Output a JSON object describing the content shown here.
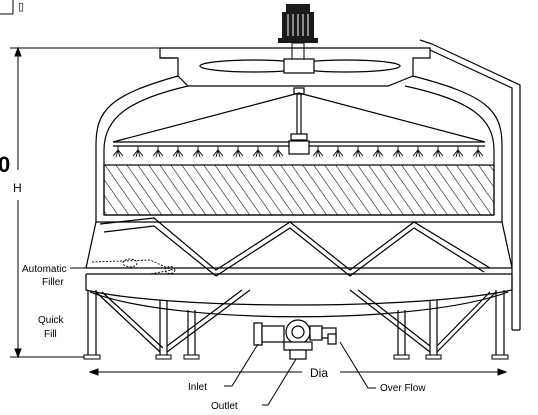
{
  "labels": {
    "partial_top": "▯",
    "partial_left": "0",
    "height": "H",
    "automatic_filler_line1": "Automatic",
    "automatic_filler_line2": "Filler",
    "quick_fill_line1": "Quick",
    "quick_fill_line2": "Fill",
    "diameter": "Dia",
    "inlet": "Inlet",
    "outlet": "Outlet",
    "over_flow": "Over Flow"
  },
  "colors": {
    "line": "#000000",
    "motor": "#1a1a1a",
    "fill_pack_hatch": "#000000",
    "background": "#ffffff"
  }
}
